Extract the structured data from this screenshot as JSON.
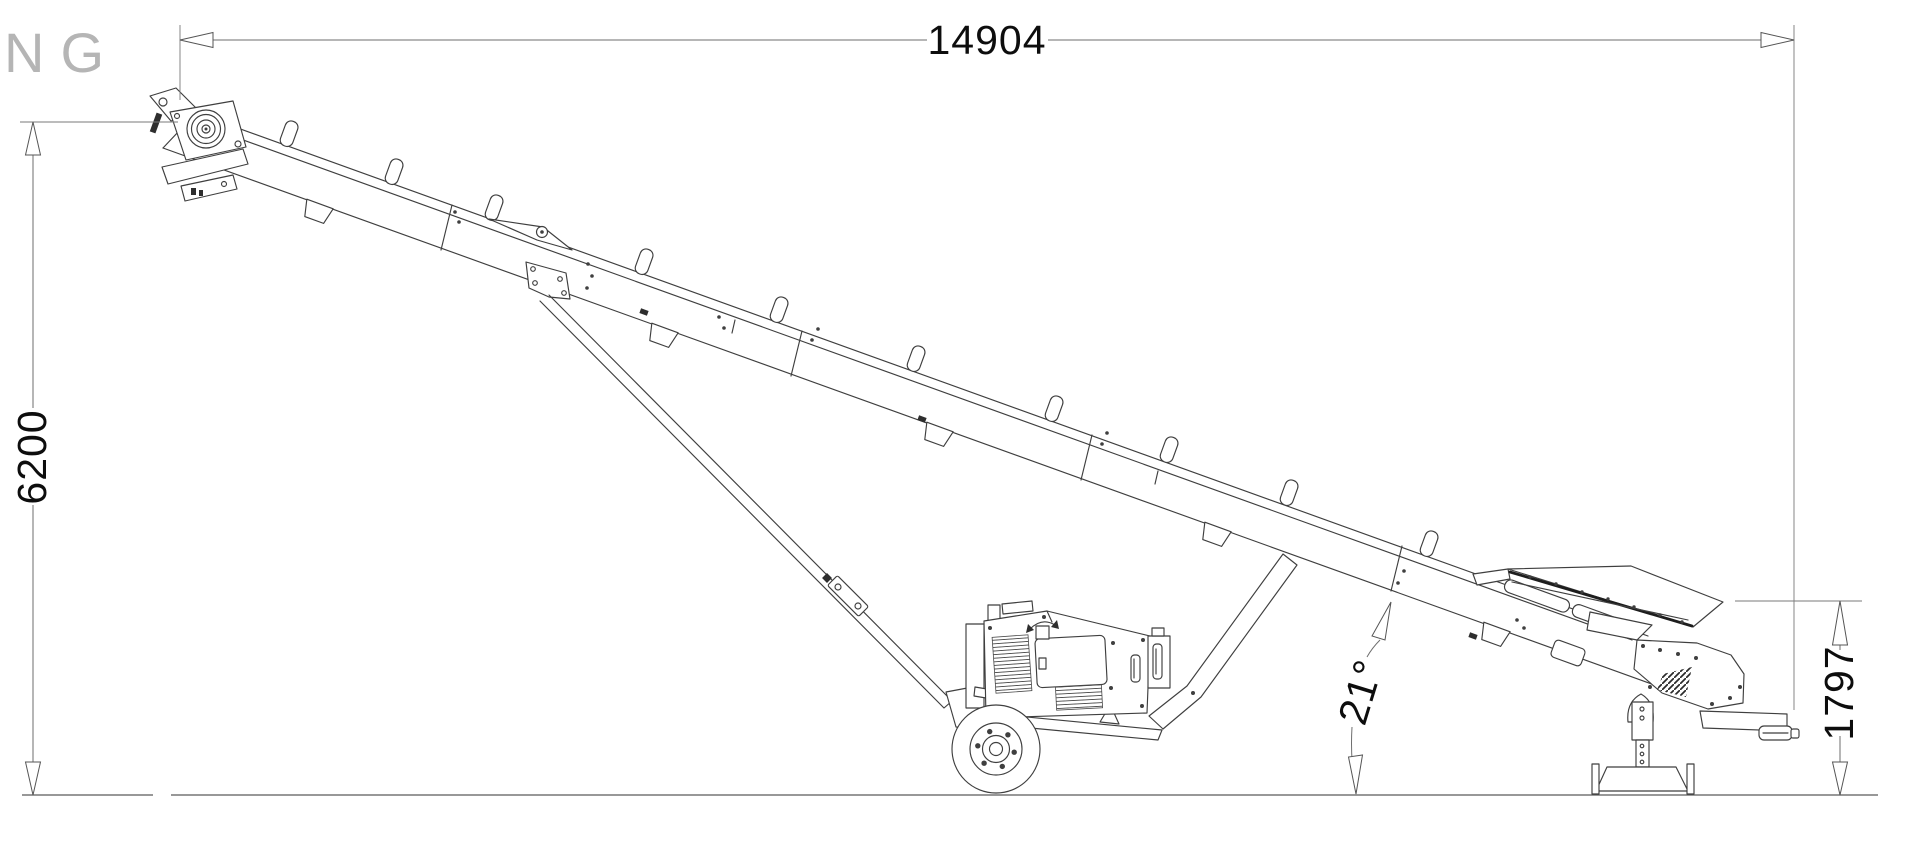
{
  "watermark": {
    "text": "NG"
  },
  "dimensions": {
    "overall_length": "14904",
    "discharge_height": "6200",
    "feed_height": "1797",
    "incline_angle": "21°"
  },
  "colors": {
    "line": "#3f3f3f",
    "dimension_line": "#6e6e6e",
    "dimension_text": "#0d0d0d",
    "watermark": "#b5b5b5",
    "background": "#ffffff"
  }
}
